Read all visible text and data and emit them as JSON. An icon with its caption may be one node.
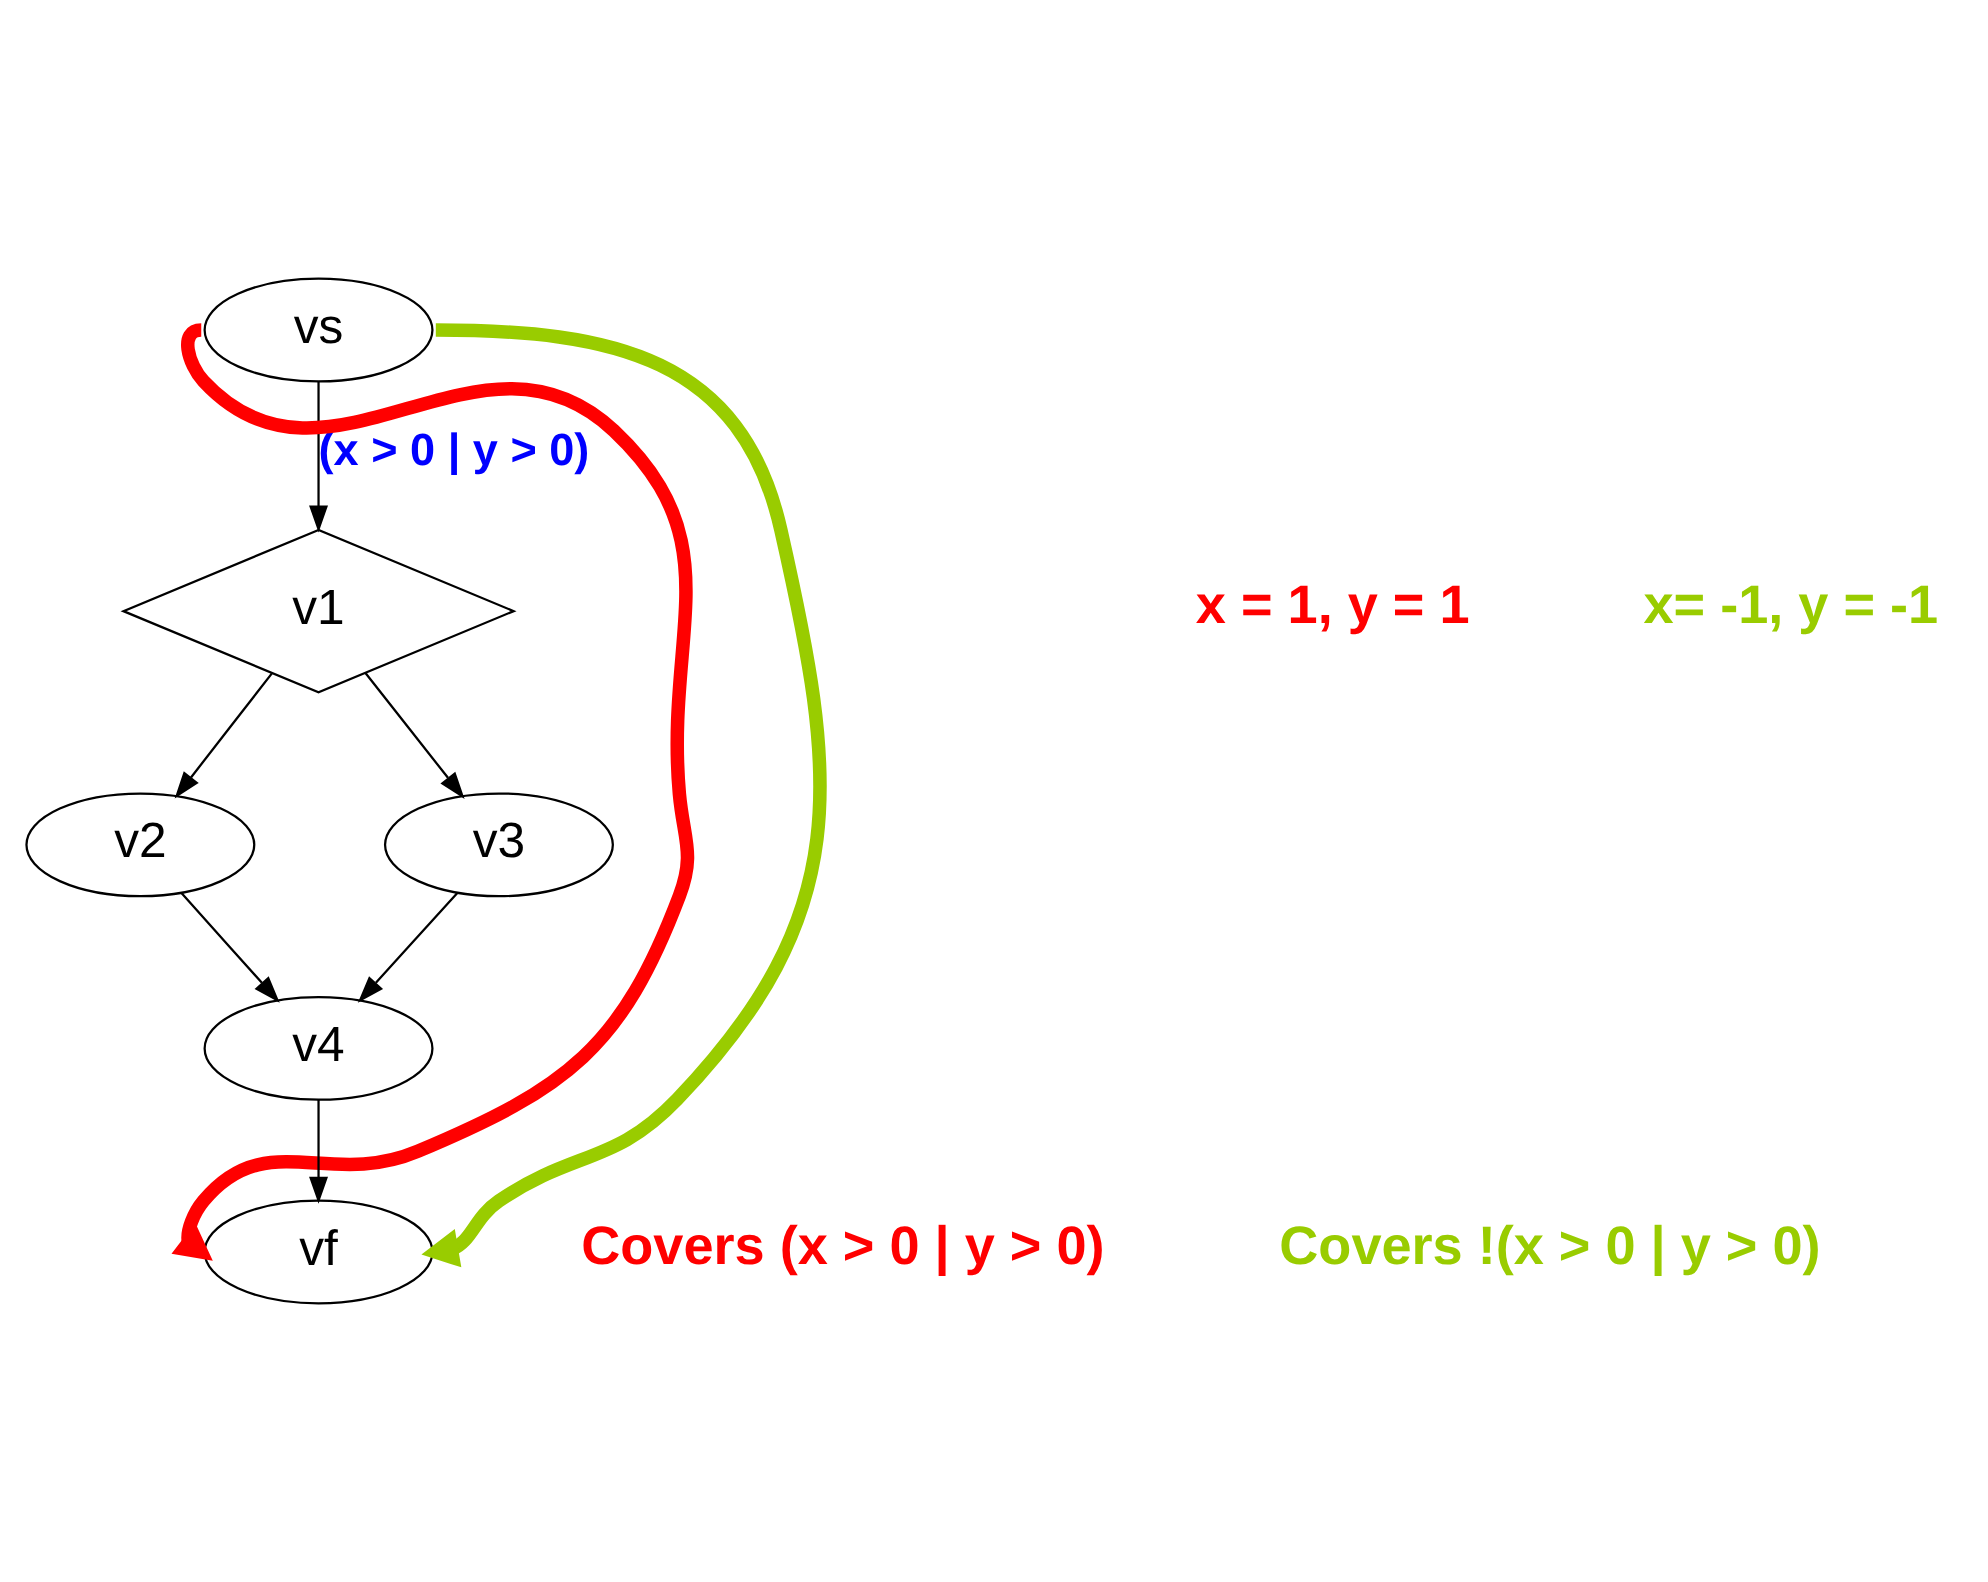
{
  "diagram": {
    "nodes": [
      {
        "text": [
          "vs"
        ]
      },
      {
        "text": [
          "v1"
        ]
      },
      {
        "text": [
          "v2"
        ]
      },
      {
        "text": [
          "v3"
        ]
      },
      {
        "text": [
          "v4"
        ]
      },
      {
        "text": [
          "vf"
        ]
      }
    ],
    "edges": [
      {
        "from": 0,
        "to": 1,
        "arrow": "to",
        "label": "(x > 0 | y > 0)"
      },
      {
        "from": 1,
        "to": 2,
        "arrow": "to"
      },
      {
        "from": 1,
        "to": 3,
        "arrow": "to"
      },
      {
        "from": 2,
        "to": 4,
        "arrow": "to"
      },
      {
        "from": 3,
        "to": 4,
        "arrow": "to"
      },
      {
        "from": 4,
        "to": 5,
        "arrow": "to"
      },
      {
        "from": 0,
        "to": 5,
        "arrow": "to",
        "style": "thick",
        "color": "#ff0000"
      },
      {
        "from": 0,
        "to": 5,
        "arrow": "to",
        "style": "thick",
        "color": "#99cc00"
      }
    ],
    "labels": [
      "x = 1, y = 1",
      "x= -1, y = -1",
      "Covers (x > 0 | y > 0)",
      "Covers !(x > 0 | y > 0)"
    ]
  }
}
